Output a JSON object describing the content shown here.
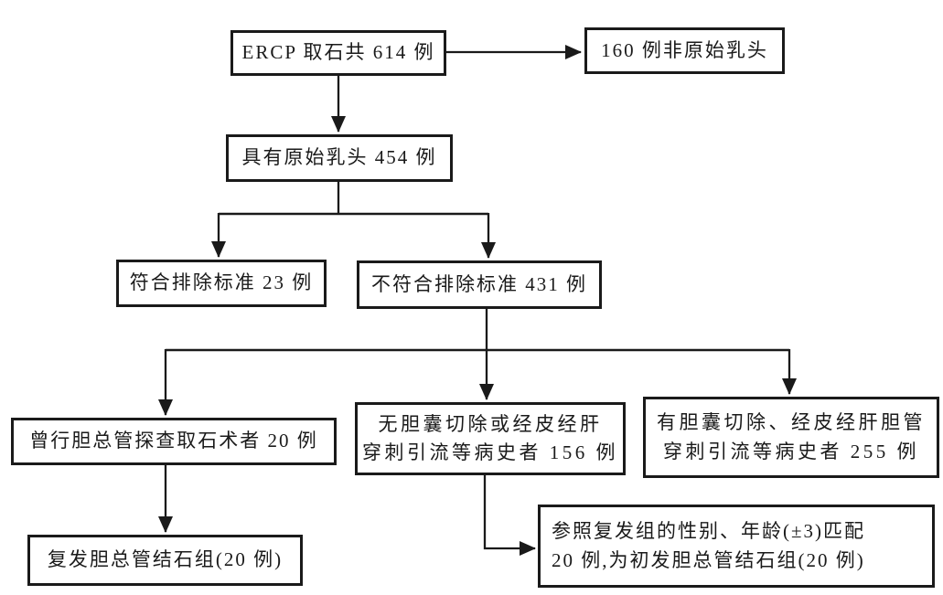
{
  "diagram": {
    "colors": {
      "background": "#ffffff",
      "line": "#1a1a1a",
      "text": "#1a1a1a"
    },
    "nodes": {
      "ercp_total": "ERCP 取石共 614 例",
      "non_native_papilla": "160 例非原始乳头",
      "native_papilla": "具有原始乳头 454 例",
      "met_exclusion": "符合排除标准 23 例",
      "not_met_exclusion": "不符合排除标准 431 例",
      "prior_cbd_exploration": "曾行胆总管探查取石术者 20 例",
      "no_cholecystectomy": "无胆囊切除或经皮经肝\n穿刺引流等病史者 156 例",
      "with_cholecystectomy": "有胆囊切除、经皮经肝胆管\n穿刺引流等病史者 255 例",
      "recurrent_group": "复发胆总管结石组(20 例)",
      "initial_group": "参照复发组的性别、年龄(±3)匹配\n20 例,为初发胆总管结石组(20 例)"
    },
    "edges": [
      {
        "from": "ercp_total",
        "to": "non_native_papilla"
      },
      {
        "from": "ercp_total",
        "to": "native_papilla"
      },
      {
        "from": "native_papilla",
        "to": "met_exclusion"
      },
      {
        "from": "native_papilla",
        "to": "not_met_exclusion"
      },
      {
        "from": "not_met_exclusion",
        "to": "prior_cbd_exploration"
      },
      {
        "from": "not_met_exclusion",
        "to": "no_cholecystectomy"
      },
      {
        "from": "not_met_exclusion",
        "to": "with_cholecystectomy"
      },
      {
        "from": "prior_cbd_exploration",
        "to": "recurrent_group"
      },
      {
        "from": "no_cholecystectomy",
        "to": "initial_group"
      }
    ]
  }
}
